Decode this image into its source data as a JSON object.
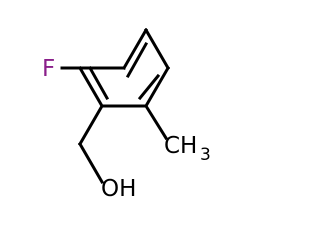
{
  "molecule": {
    "atoms": {
      "fluorine": {
        "symbol": "F",
        "color": "#8a1f8a"
      },
      "methyl": {
        "symbol": "CH",
        "subscript": "3",
        "color": "#000000"
      },
      "hydroxyl": {
        "symbol": "OH",
        "color": "#000000"
      }
    },
    "bond_color": "#000000"
  }
}
